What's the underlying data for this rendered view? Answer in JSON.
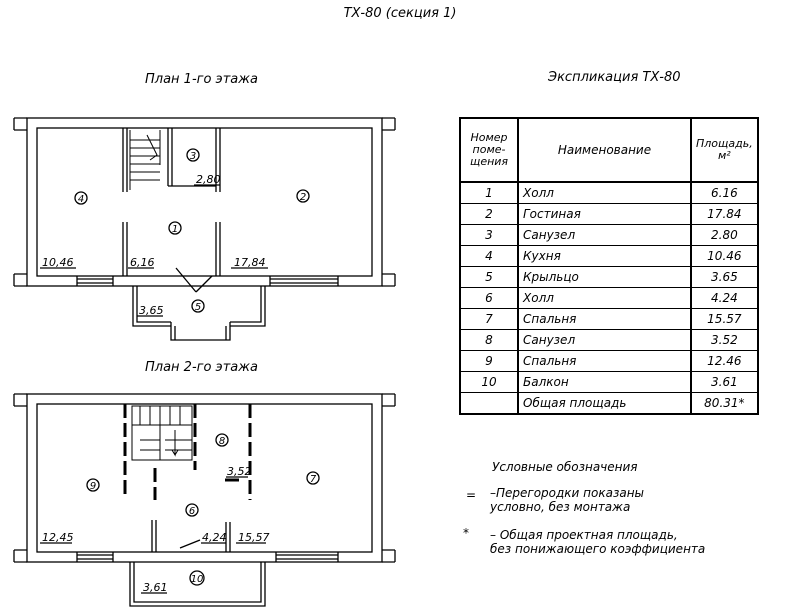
{
  "title": "ТХ-80 (секция 1)",
  "plan1_title": "План 1-го этажа",
  "plan2_title": "План 2-го этажа",
  "explication_title": "Экспликация ТХ-80",
  "table": {
    "head_num": "Номер поме- щения",
    "head_name": "Наименование",
    "head_area": "Площадь, м²",
    "rows": [
      {
        "n": "1",
        "name": "Холл",
        "area": "6.16"
      },
      {
        "n": "2",
        "name": "Гостиная",
        "area": "17.84"
      },
      {
        "n": "3",
        "name": "Санузел",
        "area": "2.80"
      },
      {
        "n": "4",
        "name": "Кухня",
        "area": "10.46"
      },
      {
        "n": "5",
        "name": "Крыльцо",
        "area": "3.65"
      },
      {
        "n": "6",
        "name": "Холл",
        "area": "4.24"
      },
      {
        "n": "7",
        "name": "Спальня",
        "area": "15.57"
      },
      {
        "n": "8",
        "name": "Санузел",
        "area": "3.52"
      },
      {
        "n": "9",
        "name": "Спальня",
        "area": "12.46"
      },
      {
        "n": "10",
        "name": "Балкон",
        "area": "3.61"
      }
    ],
    "total_name": "Общая площадь",
    "total_area": "80.31*"
  },
  "plan1": {
    "rooms": [
      "1",
      "2",
      "3",
      "4",
      "5"
    ],
    "areas": {
      "kitchen": "10,46",
      "hall": "6,16",
      "bath": "2,80",
      "living": "17,84",
      "porch": "3,65"
    }
  },
  "plan2": {
    "rooms": [
      "6",
      "7",
      "8",
      "9",
      "10"
    ],
    "areas": {
      "bedroom9": "12,45",
      "hall": "4,24",
      "bath": "3,52",
      "bedroom7": "15,57",
      "balcony": "3,61"
    }
  },
  "legend": {
    "title": "Условные обозначения",
    "item1_symbol": "=",
    "item1_line1": "–Перегородки показаны",
    "item1_line2": "условно, без монтажа",
    "item2_symbol": "*",
    "item2_line1": "– Общая проектная площадь,",
    "item2_line2": "без понижающего коэффициента"
  }
}
